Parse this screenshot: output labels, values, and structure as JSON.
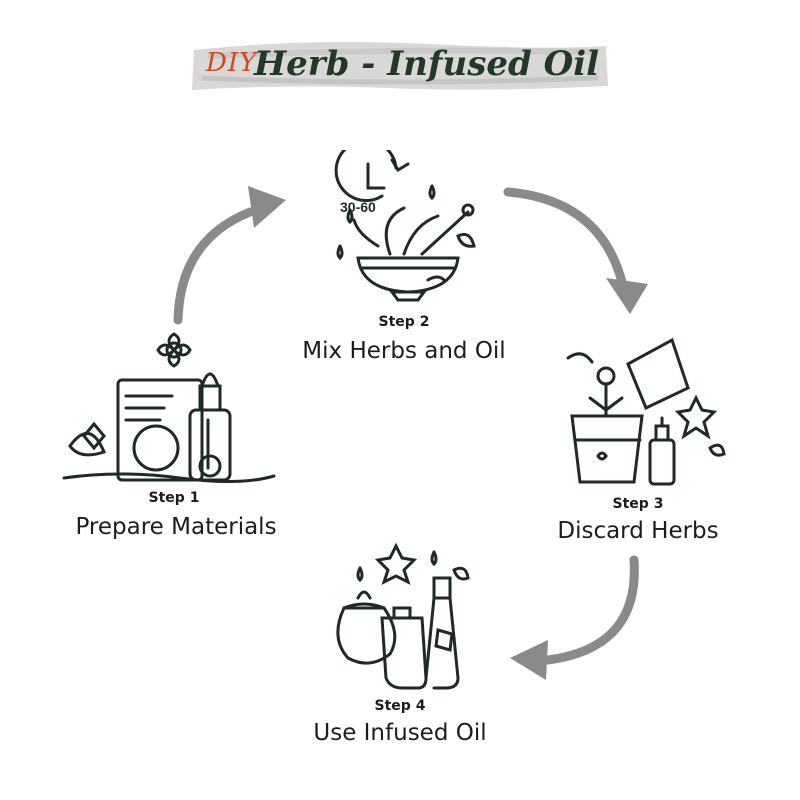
{
  "title": {
    "prefix": "DIY",
    "main": "Herb - Infused Oil"
  },
  "steps": [
    {
      "number": "Step 1",
      "name": "Prepare Materials"
    },
    {
      "number": "Step 2",
      "name": "Mix Herbs and Oil",
      "timer_text": "30-60"
    },
    {
      "number": "Step 3",
      "name": "Discard Herbs"
    },
    {
      "number": "Step 4",
      "name": "Use Infused Oil"
    }
  ],
  "colors": {
    "accent": "#d2491c",
    "ink": "#24382a",
    "arrow": "#8a8a88",
    "line": "#1f2a22"
  },
  "icons": [
    "clock-icon",
    "mortar-bowl-icon",
    "jars-dropper-icon",
    "glass-flower-icon",
    "bottles-pouch-icon",
    "cycle-arrow-icon"
  ]
}
